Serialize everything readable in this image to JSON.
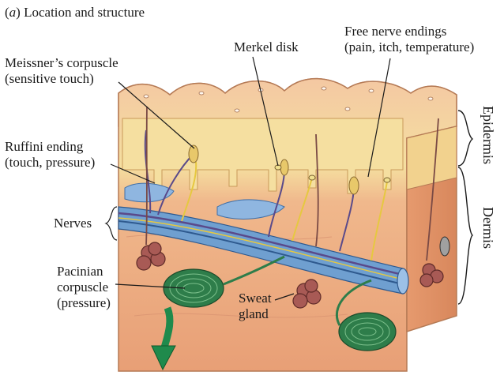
{
  "title": {
    "letter": "a",
    "text": "Location and structure"
  },
  "labels": {
    "meissner": {
      "line1": "Meissner’s corpuscle",
      "line2": "(sensitive touch)"
    },
    "ruffini": {
      "line1": "Ruffini ending",
      "line2": "(touch, pressure)"
    },
    "nerves": {
      "line1": "Nerves"
    },
    "pacinian": {
      "line1": "Pacinian",
      "line2": "corpuscle",
      "line3": "(pressure)"
    },
    "merkel": {
      "line1": "Merkel disk"
    },
    "free_nerve": {
      "line1": "Free nerve endings",
      "line2": "(pain, itch, temperature)"
    },
    "sweat": {
      "line1": "Sweat",
      "line2": "gland"
    },
    "epidermis": "Epidermis",
    "dermis": "Dermis"
  },
  "colors": {
    "epidermis_top": "#f2c29a",
    "epidermis_layer": "#f5dfa0",
    "dermis": "#eeaa80",
    "dermis_dark": "#d98a60",
    "nerve_blue": "#6f9fd0",
    "nerve_purple": "#5a4a8a",
    "pacinian_green": "#2e7d4a",
    "sweat_gland": "#a85a55",
    "arrow_green": "#1f8a4c",
    "yellow_fiber": "#e6c840"
  }
}
